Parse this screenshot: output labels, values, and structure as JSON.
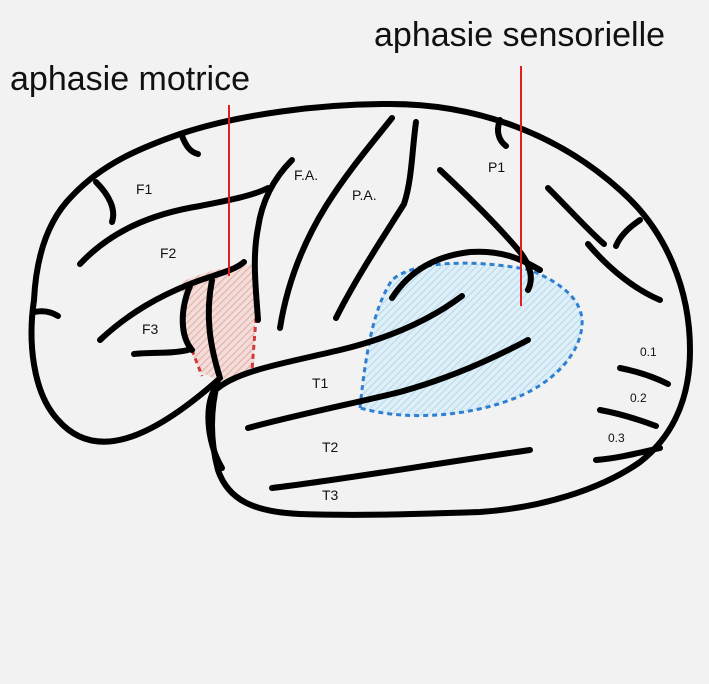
{
  "callouts": {
    "motor": "aphasie motrice",
    "sensory": "aphasie sensorielle"
  },
  "gyri": {
    "F1": "F1",
    "F2": "F2",
    "F3": "F3",
    "FA": "F.A.",
    "PA": "P.A.",
    "P1": "P1",
    "T1": "T1",
    "T2": "T2",
    "T3": "T3",
    "O1": "0.1",
    "O2": "0.2",
    "O3": "0.3"
  },
  "colors": {
    "outline": "#000000",
    "motor_area": "#d33a3a",
    "sensory_area": "#2f7fd0",
    "background": "#f2f2f2"
  }
}
